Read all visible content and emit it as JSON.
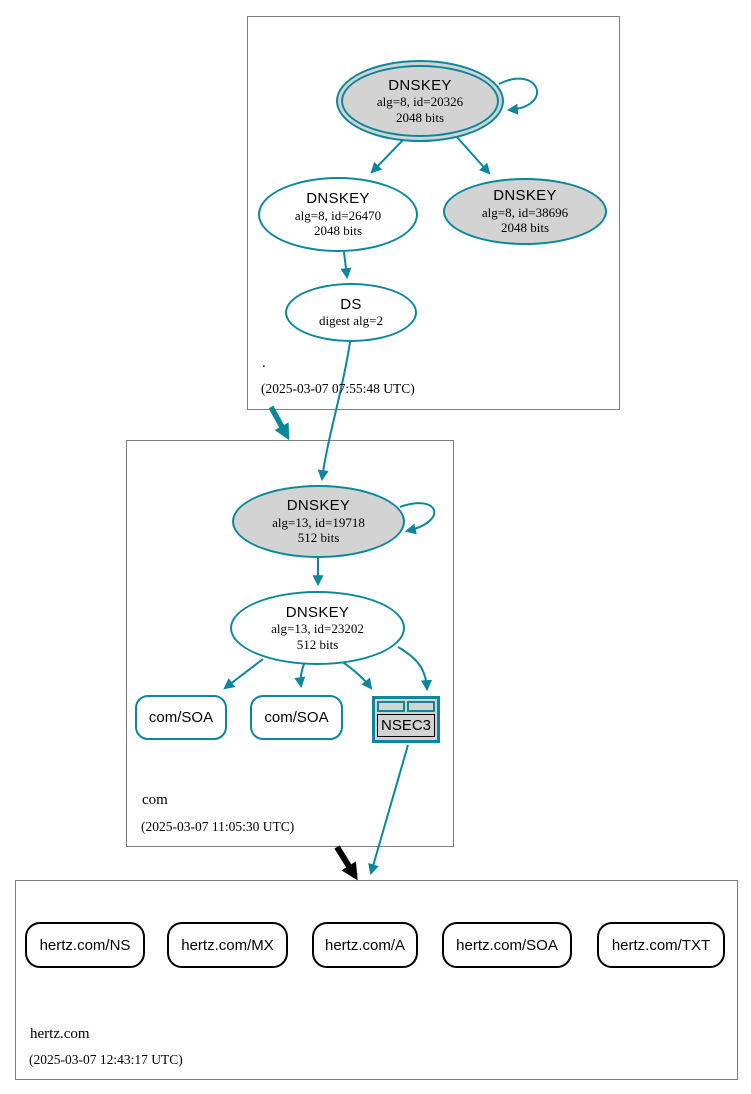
{
  "colors": {
    "secure_accent": "#0a879a",
    "insecure_black": "#000000",
    "node_gray_fill": "#d3d3d3",
    "zone_box_border": "#7d7d7d"
  },
  "zones": {
    "root": {
      "label": ".",
      "timestamp": "(2025-03-07 07:55:48 UTC)",
      "ksk": {
        "title": "DNSKEY",
        "attr1": "alg=8, id=20326",
        "attr2": "2048 bits"
      },
      "zsk": {
        "title": "DNSKEY",
        "attr1": "alg=8, id=26470",
        "attr2": "2048 bits"
      },
      "standby": {
        "title": "DNSKEY",
        "attr1": "alg=8, id=38696",
        "attr2": "2048 bits"
      },
      "ds": {
        "title": "DS",
        "attr1": "digest alg=2"
      }
    },
    "com": {
      "label": "com",
      "timestamp": "(2025-03-07 11:05:30 UTC)",
      "ksk": {
        "title": "DNSKEY",
        "attr1": "alg=13, id=19718",
        "attr2": "512 bits"
      },
      "zsk": {
        "title": "DNSKEY",
        "attr1": "alg=13, id=23202",
        "attr2": "512 bits"
      },
      "soa1": "com/SOA",
      "soa2": "com/SOA",
      "nsec3": "NSEC3"
    },
    "hertz": {
      "label": "hertz.com",
      "timestamp": "(2025-03-07 12:43:17 UTC)",
      "rrsets": [
        "hertz.com/NS",
        "hertz.com/MX",
        "hertz.com/A",
        "hertz.com/SOA",
        "hertz.com/TXT"
      ]
    }
  }
}
